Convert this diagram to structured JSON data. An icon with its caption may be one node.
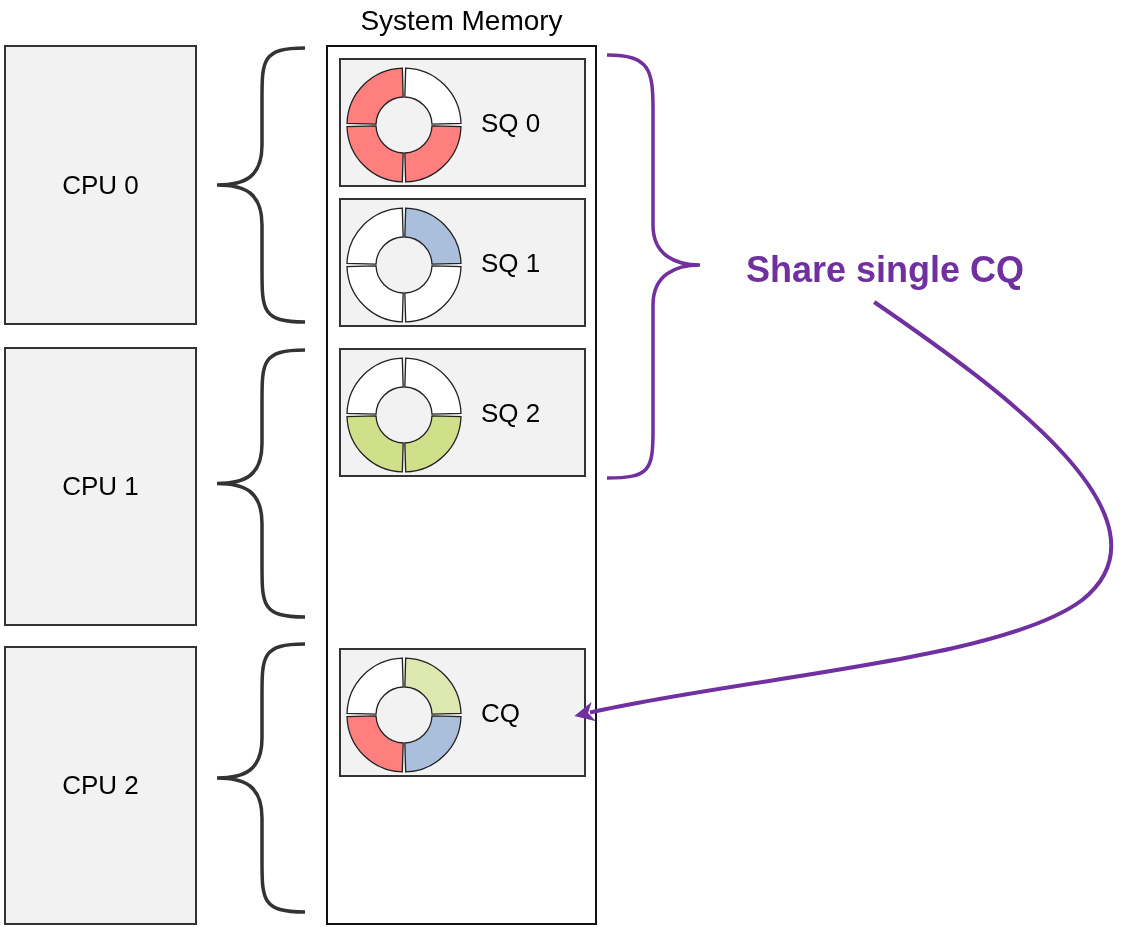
{
  "diagram": {
    "nodes": [
      {
        "text": [
          "CPU 0"
        ]
      },
      {
        "text": [
          "CPU 1"
        ]
      },
      {
        "text": [
          "CPU 2"
        ]
      },
      {
        "text": [
          "System Memory"
        ]
      },
      {
        "text": [
          "SQ 0"
        ],
        "in": 3
      },
      {
        "text": [
          "SQ 1"
        ],
        "in": 3
      },
      {
        "text": [
          "SQ 2"
        ],
        "in": 3
      },
      {
        "text": [
          "CQ"
        ],
        "in": 3
      },
      {
        "text": [
          "Share single CQ"
        ]
      }
    ],
    "edges": [
      {
        "from": 8,
        "to": 7,
        "arrow": "to",
        "color": "#7030a0"
      }
    ]
  }
}
